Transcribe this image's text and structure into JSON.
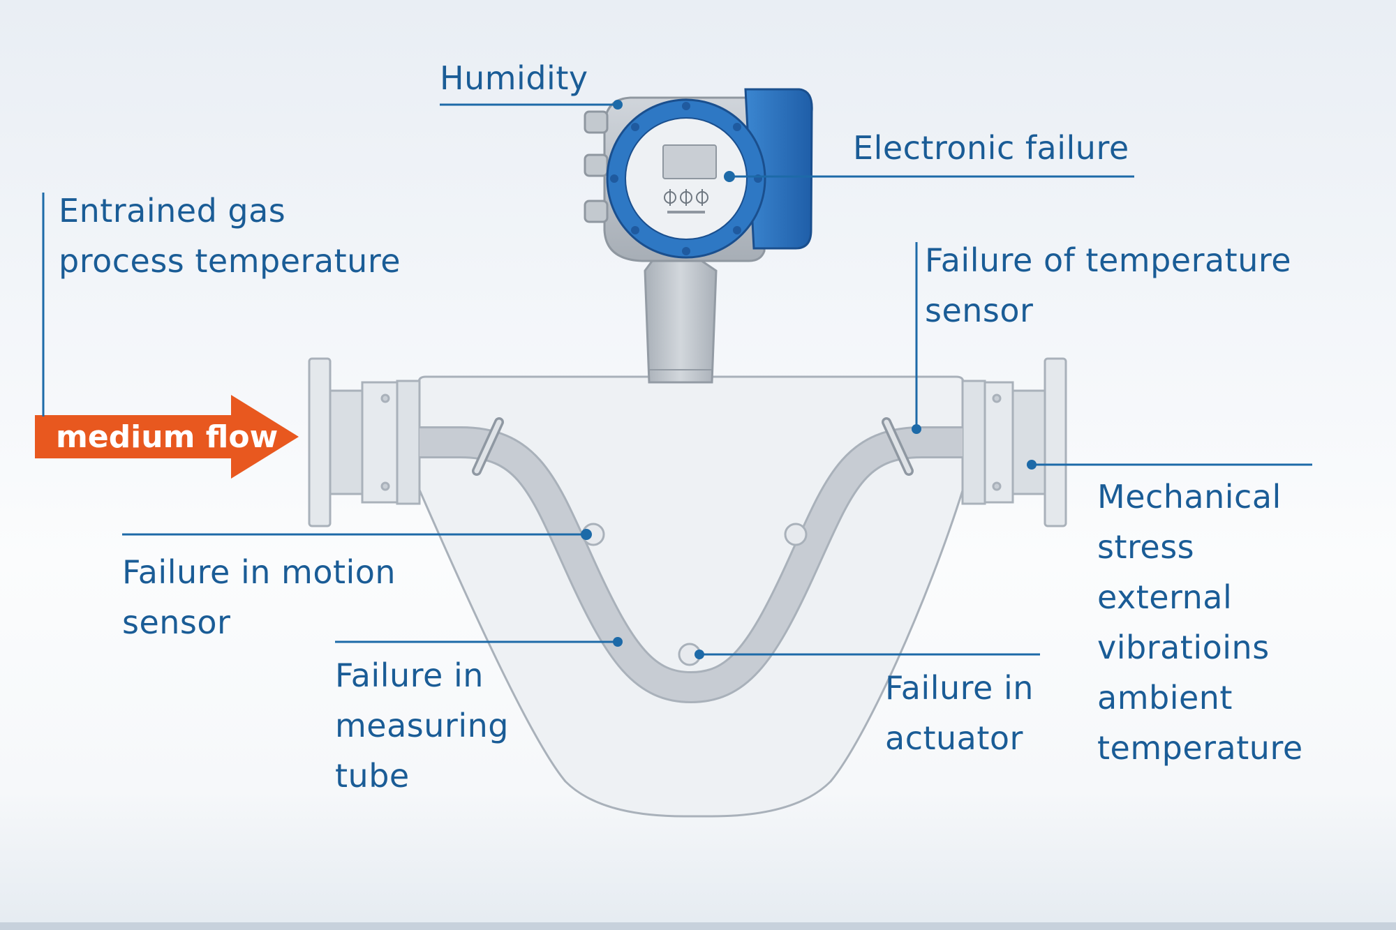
{
  "labels": {
    "humidity": "Humidity",
    "electronic_failure": "Electronic failure",
    "entrained_gas": [
      "Entrained gas",
      "process temperature"
    ],
    "temp_sensor_failure": [
      "Failure of temperature",
      "sensor"
    ],
    "medium_flow": "medium flow",
    "mechanical_stress": [
      "Mechanical",
      "stress",
      "external",
      "vibratioins",
      "ambient",
      "temperature"
    ],
    "motion_sensor_failure": [
      "Failure in motion",
      "sensor"
    ],
    "measuring_tube_failure": [
      "Failure in",
      "measuring",
      "tube"
    ],
    "actuator_failure": [
      "Failure in",
      "actuator"
    ]
  },
  "colors": {
    "label_text": "#1a5c96",
    "leader_line": "#1d6aa8",
    "flow_arrow": "#e8581f",
    "housing_blue": "#2e78c4",
    "body_fill": "#eef1f4",
    "tube_fill": "#c7ccd3"
  }
}
